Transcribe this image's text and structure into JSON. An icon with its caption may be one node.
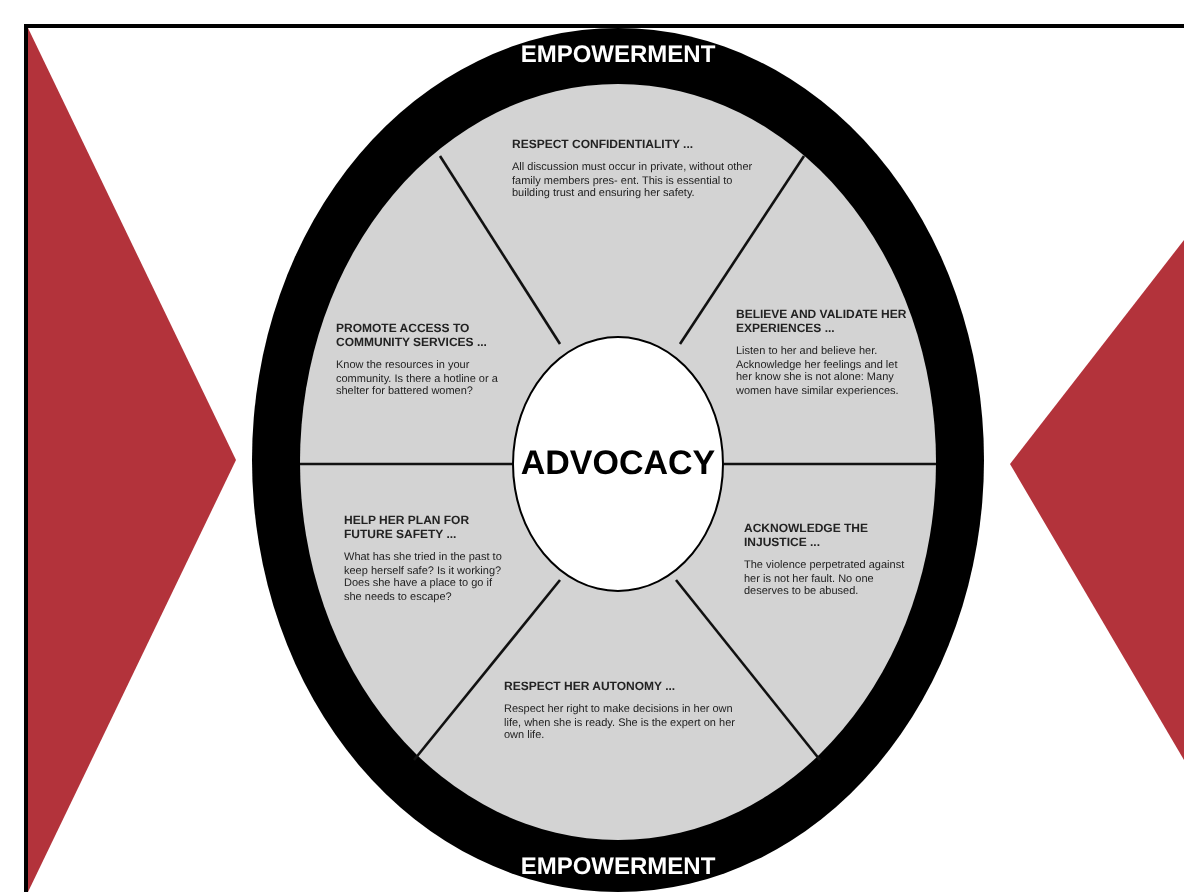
{
  "diagram": {
    "nodes": [
      {
        "text": [
          "EMPOWERMENT",
          "EMPOWERMENT"
        ]
      },
      {
        "text": [
          "RESPECT CONFIDENTIALITY ...",
          "All discussion must occur in private, without other family members pres- ent.  This is essential to building trust and ensuring her safety."
        ],
        "in": 0
      },
      {
        "text": [
          "PROMOTE ACCESS TO COMMUNITY SERVICES ...",
          "Know the resources in your community.  Is there a hotline or a shelter for battered women?"
        ],
        "in": 0
      },
      {
        "text": [
          "BELIEVE AND VALIDATE HER EXPERIENCES ...",
          "Listen to her and believe her. Acknowledge her feelings and let her know she is not alone: Many women have similar experiences."
        ],
        "in": 0
      },
      {
        "text": [
          "HELP HER PLAN FOR FUTURE SAFETY ...",
          "What has she tried in the past to keep herself safe?  Is it working?  Does she have a place to go if she needs to escape?"
        ],
        "in": 0
      },
      {
        "text": [
          "ACKNOWLEDGE THE INJUSTICE ...",
          "The violence perpetrated against her is not her fault.  No one deserves to be abused."
        ],
        "in": 0
      },
      {
        "text": [
          "RESPECT HER AUTONOMY ...",
          "Respect her right to make decisions in her own life, when she is ready.  She is the expert on her own life."
        ],
        "in": 0
      },
      {
        "text": [
          "ADVOCACY"
        ],
        "in": 0
      }
    ]
  }
}
